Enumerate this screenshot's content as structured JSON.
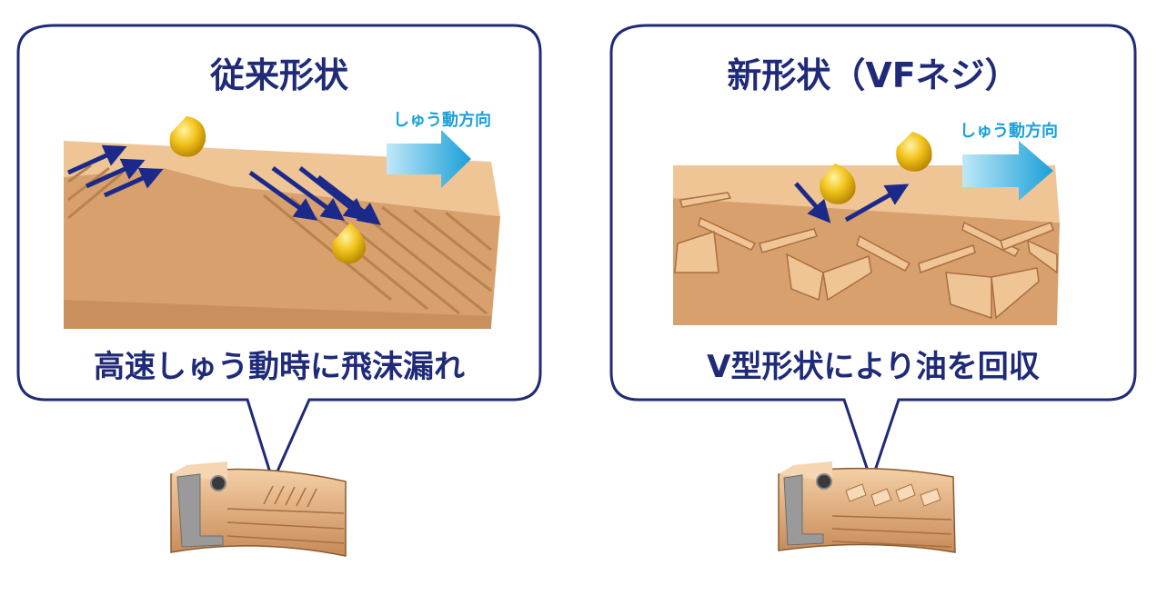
{
  "left_panel": {
    "title": "従来形状",
    "direction_label": "しゅう動方向",
    "caption": "高速しゅう動時に飛沫漏れ"
  },
  "right_panel": {
    "title": "新形状（VFネジ）",
    "direction_label": "しゅう動方向",
    "caption": "V型形状により油を回収"
  },
  "colors": {
    "callout_border": "#1f2a78",
    "text": "#1f2a78",
    "direction_arrow": "#1aa0d8",
    "flow_arrow": "#1b2a8a",
    "oil_drop": "#f1c21b",
    "metal_surface": "#e8b887",
    "metal_face": "#d49a66"
  },
  "icons": {
    "direction": "arrow-right-icon",
    "oil": "oil-drop-icon",
    "flow": "flow-arrow-icon"
  }
}
